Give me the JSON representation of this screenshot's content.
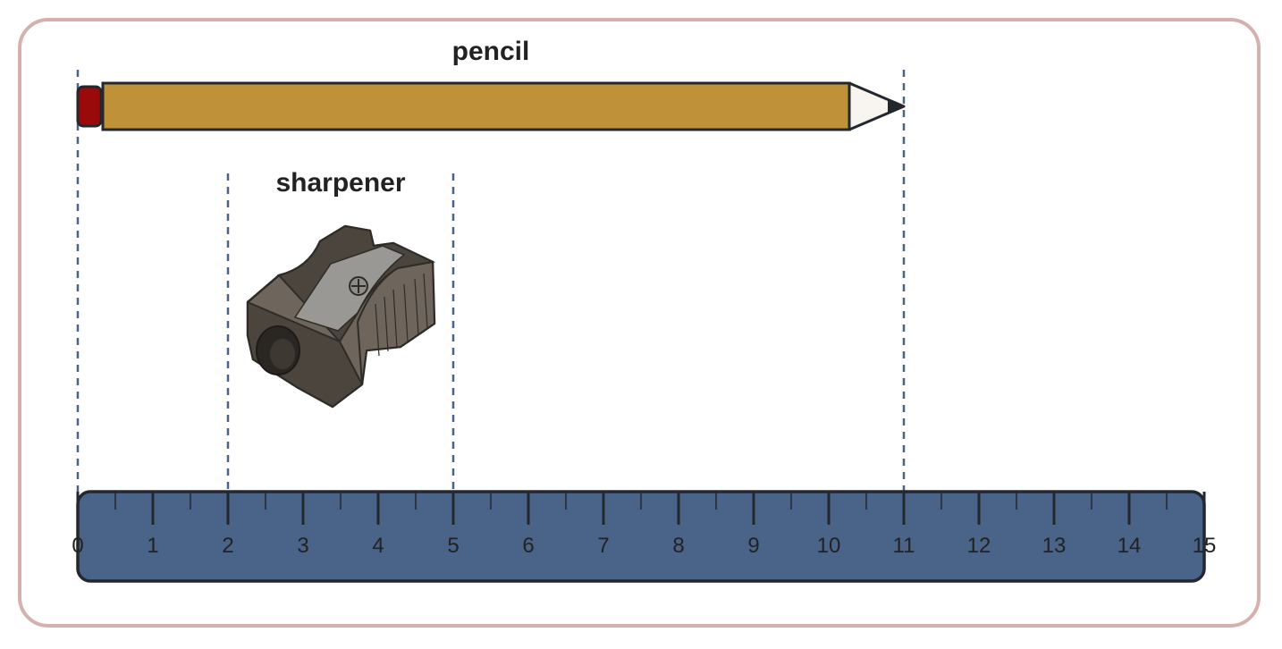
{
  "colors": {
    "frame_border": "#d4b0ae",
    "ruler_fill": "#4a6388",
    "ruler_stroke": "#23282e",
    "guide_line": "#4a6388",
    "pencil_body": "#bf9239",
    "pencil_eraser": "#9b0a0a",
    "pencil_tip_wood": "#f8f4f0",
    "sharpener_body": "#6e665c",
    "sharpener_dark": "#4b453e",
    "sharpener_blade": "#9a9894"
  },
  "icons": {
    "pencil": "pencil-icon",
    "sharpener": "sharpener-icon"
  },
  "ruler": {
    "min": 0,
    "max": 15,
    "major_step": 1,
    "minor_step": 0.5,
    "tick_labels": [
      "0",
      "1",
      "2",
      "3",
      "4",
      "5",
      "6",
      "7",
      "8",
      "9",
      "10",
      "11",
      "12",
      "13",
      "14",
      "15"
    ]
  },
  "objects": [
    {
      "id": "pencil",
      "label": "pencil",
      "start": 0,
      "end": 11
    },
    {
      "id": "sharpener",
      "label": "sharpener",
      "start": 2,
      "end": 5
    }
  ]
}
